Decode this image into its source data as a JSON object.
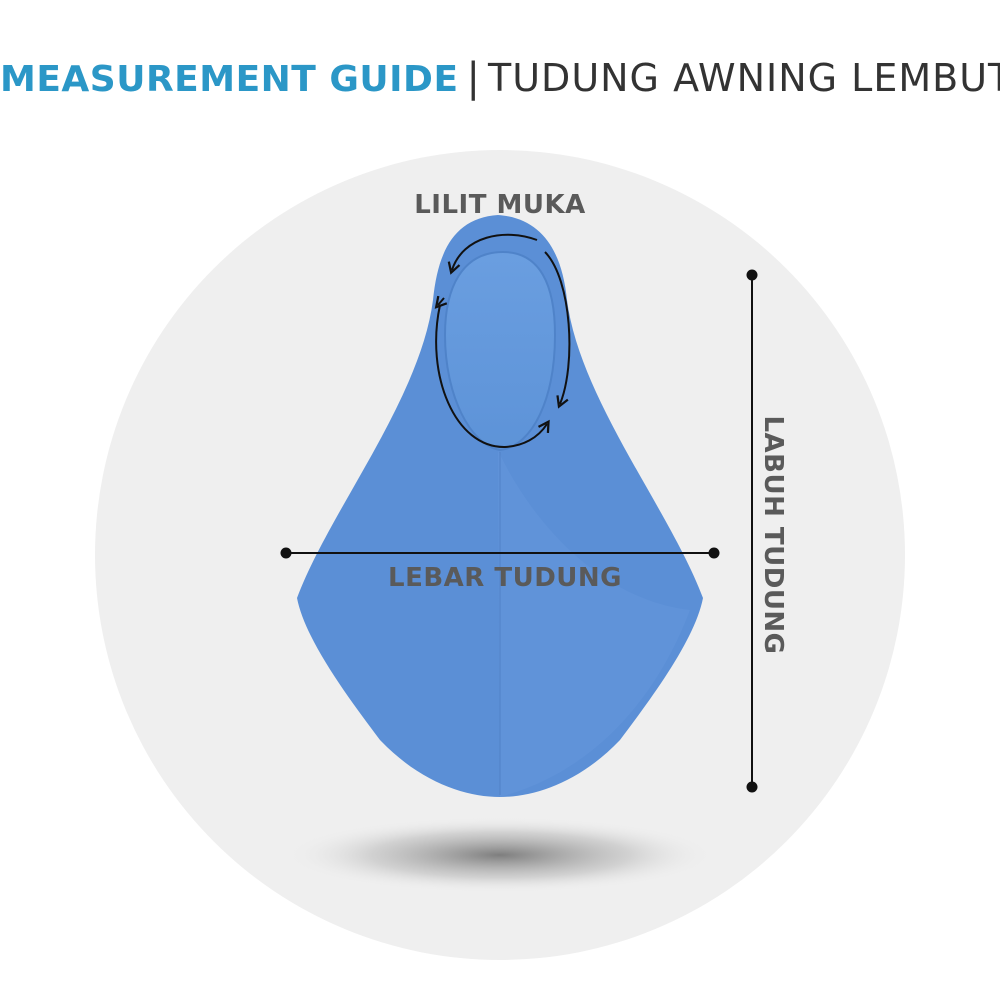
{
  "title": {
    "bold": "MEASUREMENT GUIDE",
    "separator": "|",
    "light": "TUDUNG AWNING LEMBUT"
  },
  "labels": {
    "face_circumference": "LILIT MUKA",
    "width": "LEBAR TUDUNG",
    "length": "LABUH TUDUNG"
  },
  "colors": {
    "title_accent": "#2b97c7",
    "garment": "#5b8fd6",
    "background_circle": "#efefef",
    "label_text": "#5a5a5a",
    "measure_line": "#111111"
  },
  "icons": {
    "face_arrow": "circular-arrow-icon"
  }
}
